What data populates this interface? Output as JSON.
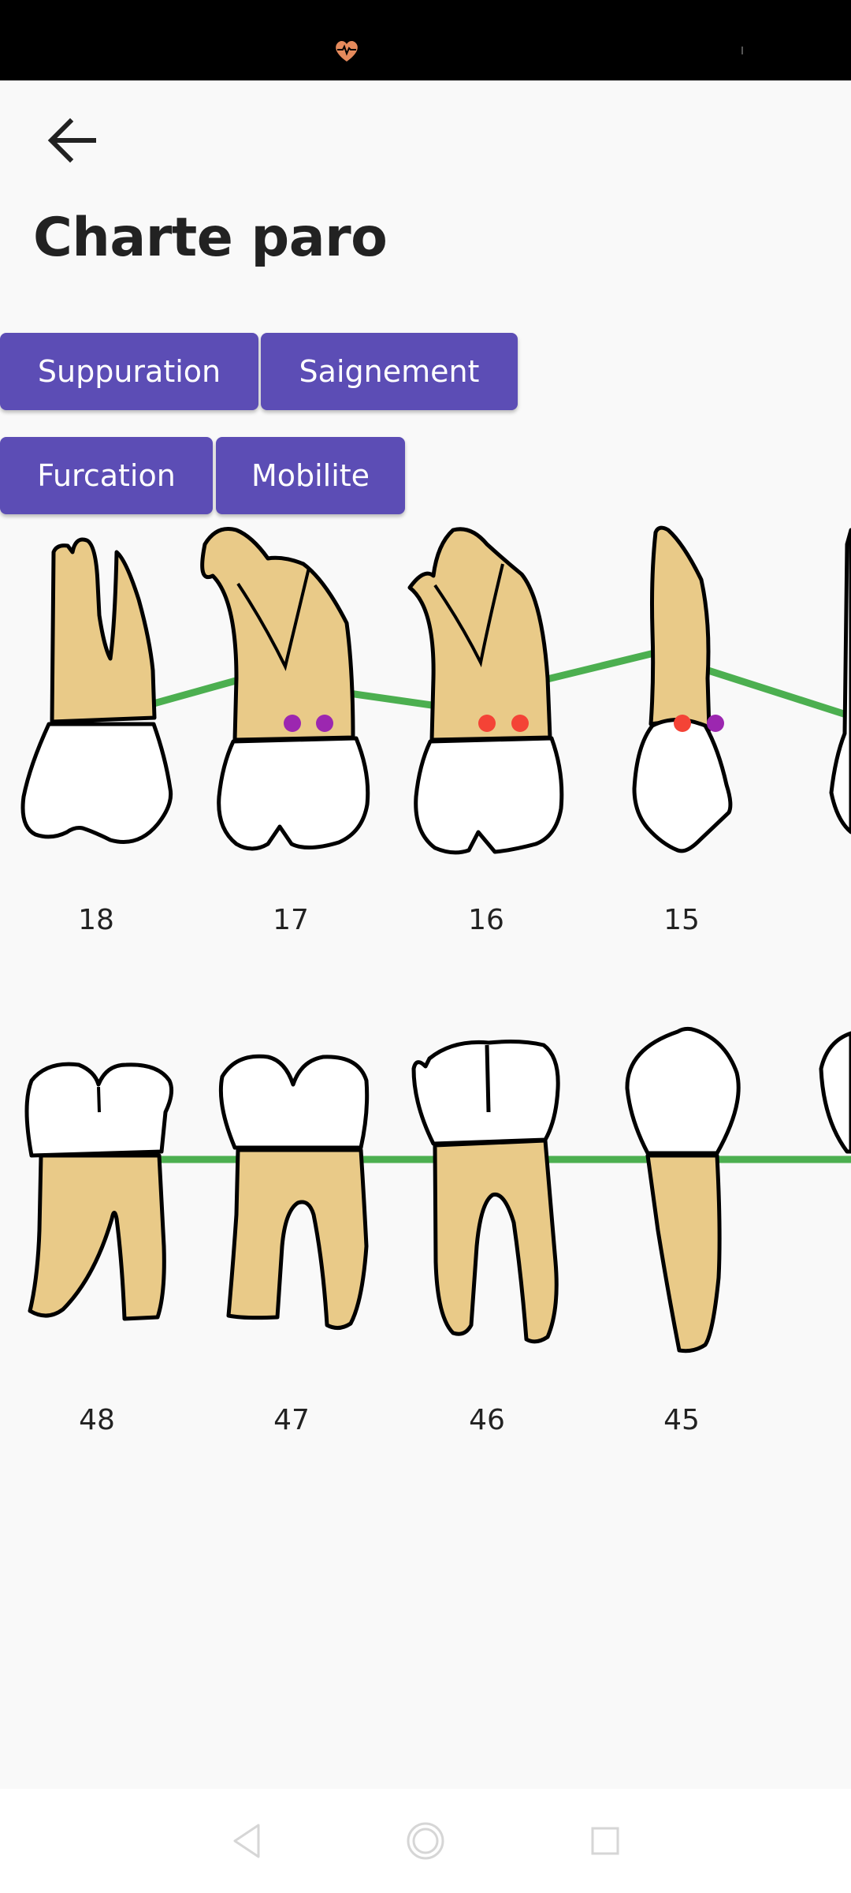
{
  "header": {
    "title": "Charte paro"
  },
  "filters": {
    "suppuration": "Suppuration",
    "saignement": "Saignement",
    "furcation": "Furcation",
    "mobilite": "Mobilite"
  },
  "colors": {
    "accent": "#5c4db5",
    "root": "#e9ca88",
    "gumline": "#4caf50",
    "bleeding_dot": "#f44336",
    "suppuration_dot": "#9c27b0"
  },
  "icons": {
    "status": "heart-pulse-icon",
    "back": "arrow-left-icon",
    "nav_back": "triangle-back-icon",
    "nav_home": "circle-home-icon",
    "nav_recents": "square-recents-icon"
  },
  "upper_teeth": [
    {
      "number": "18",
      "markers": []
    },
    {
      "number": "17",
      "markers": [
        "suppuration",
        "suppuration"
      ]
    },
    {
      "number": "16",
      "markers": [
        "bleeding",
        "bleeding"
      ]
    },
    {
      "number": "15",
      "markers": [
        "bleeding",
        "suppuration"
      ]
    }
  ],
  "lower_teeth": [
    {
      "number": "48"
    },
    {
      "number": "47"
    },
    {
      "number": "46"
    },
    {
      "number": "45"
    }
  ]
}
